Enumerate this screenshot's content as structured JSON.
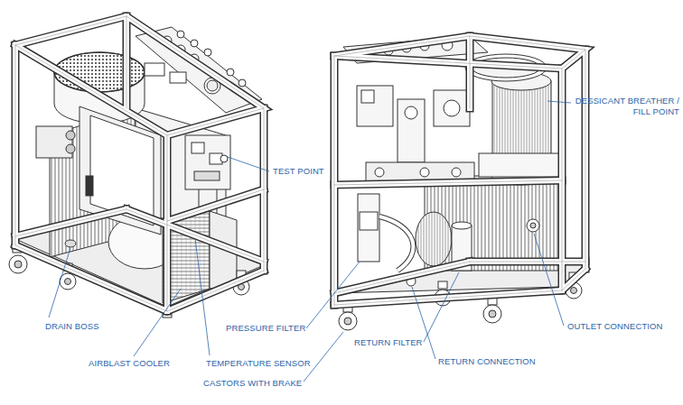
{
  "diagram": {
    "labels": [
      "DESSICANT BREATHER / FILL POINT",
      "TEST POINT",
      "DRAIN BOSS",
      "OUTLET CONNECTION",
      "PRESSURE FILTER",
      "RETURN FILTER",
      "RETURN CONNECTION",
      "AIRBLAST COOLER",
      "TEMPERATURE SENSOR",
      "CASTORS WITH BRAKE"
    ]
  }
}
